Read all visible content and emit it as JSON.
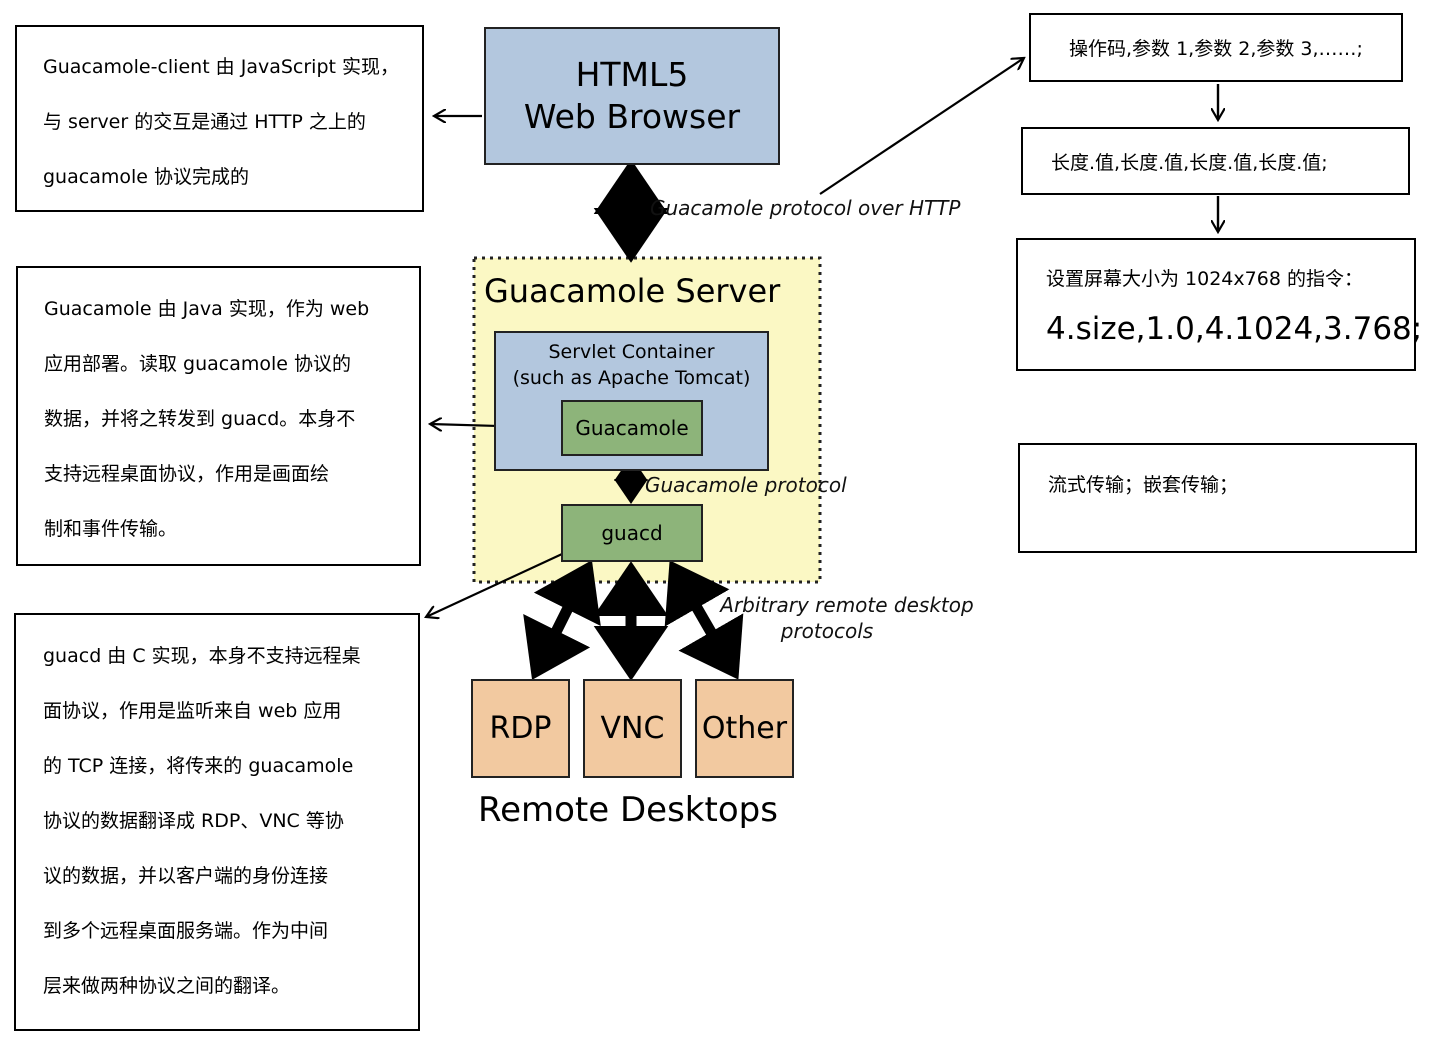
{
  "browser": {
    "line1": "HTML5",
    "line2": "Web Browser"
  },
  "server": {
    "title": "Guacamole Server",
    "servlet_line1": "Servlet Container",
    "servlet_line2": "(such as Apache Tomcat)",
    "guacamole": "Guacamole",
    "guacd": "guacd"
  },
  "desktops": {
    "rdp": "RDP",
    "vnc": "VNC",
    "other": "Other",
    "caption": "Remote Desktops"
  },
  "edge_labels": {
    "http": "Guacamole protocol over HTTP",
    "protocol": "Guacamole protocol",
    "arbitrary_line1": "Arbitrary remote desktop",
    "arbitrary_line2": "protocols"
  },
  "notes_left": {
    "client": [
      "Guacamole-client 由 JavaScript 实现，",
      "与 server 的交互是通过 HTTP 之上的",
      "guacamole  协议完成的"
    ],
    "guacamole": [
      "Guacamole 由 Java 实现，作为 web",
      "应用部署。读取 guacamole 协议的",
      "数据，并将之转发到 guacd。本身不",
      "支持远程桌面协议，作用是画面绘",
      "制和事件传输。"
    ],
    "guacd": [
      "guacd 由 C 实现，本身不支持远程桌",
      "面协议，作用是监听来自 web 应用",
      "的 TCP 连接，将传来的 guacamole",
      "协议的数据翻译成 RDP、VNC 等协",
      "议的数据，并以客户端的身份连接",
      "到多个远程桌面服务端。作为中间",
      "层来做两种协议之间的翻译。"
    ]
  },
  "notes_right": {
    "format": "操作码,参数 1,参数 2,参数 3,……;",
    "encoding": "长度.值,长度.值,长度.值,长度.值;",
    "example_title": "设置屏幕大小为 1024x768 的指令：",
    "example_code": "4.size,1.0,4.1024,3.768;",
    "transport": "流式传输；嵌套传输；"
  },
  "colors": {
    "browser": "#b3c7de",
    "server_bg": "#fbf8c4",
    "servlet": "#b3c7de",
    "component": "#8db47a",
    "desktop": "#f2c9a0"
  }
}
